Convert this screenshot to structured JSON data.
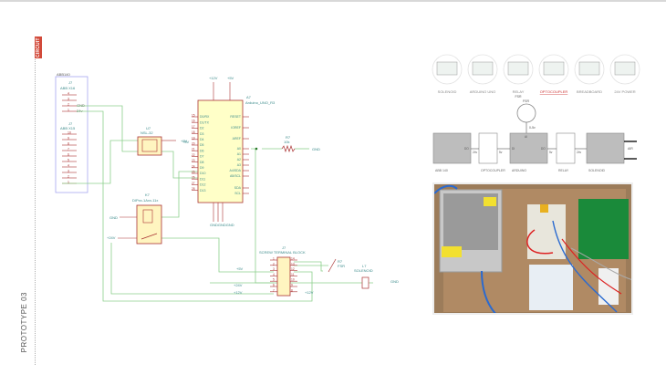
{
  "page": {
    "section_tag": "CIRCUIT",
    "side_label": "PROTOTYPE 03"
  },
  "schematic": {
    "abb_block_label": "ABB140",
    "j7_top": {
      "ref": "J7",
      "value": "ABB X16",
      "pins": [
        "4",
        "3",
        "2",
        "1"
      ],
      "net_labels": [
        "GND",
        "24v"
      ]
    },
    "j7_bottom": {
      "ref": "J7",
      "value": "ABB X15",
      "pins": [
        "10",
        "9",
        "8",
        "7",
        "6",
        "5",
        "4",
        "3",
        "2",
        "1"
      ]
    },
    "optocoupler": {
      "ref": "U7",
      "value": "NSL-32",
      "pins": [
        "1",
        "2",
        "4",
        "3"
      ],
      "power_label": "+5V"
    },
    "relay": {
      "ref": "K7",
      "value": "DIPxx-1Axx-11x",
      "pins": [
        "2",
        "6",
        "1",
        "7"
      ],
      "gnd_label": "GND",
      "power_label": "+24V"
    },
    "arduino": {
      "ref": "A7",
      "value": "Arduino_UNO_R3",
      "top_power": [
        "+12V",
        "+5V"
      ],
      "top_pins": [
        "VIN",
        "3V3",
        "+5V"
      ],
      "left_pins": [
        "D0/RX",
        "D1/TX",
        "D2",
        "D3",
        "D4",
        "D5",
        "D6",
        "D7",
        "D8",
        "D9",
        "D10",
        "D11",
        "D12",
        "D13"
      ],
      "left_pin_numbers": [
        "15",
        "16",
        "17",
        "18",
        "19",
        "20",
        "21",
        "22",
        "23",
        "24",
        "25",
        "26",
        "27",
        "28"
      ],
      "right_pins": [
        "RESET",
        "IOREF",
        "AREF",
        "A0",
        "A1",
        "A2",
        "A3",
        "A4/SDA",
        "A5/SCL",
        "SDA",
        "SCL"
      ],
      "bottom_pins": [
        "GND",
        "GND",
        "GND"
      ],
      "bottom_label": "GNDGNDGND",
      "left_power_label": "+5V"
    },
    "resistor": {
      "ref": "R7",
      "value": "10k",
      "gnd_label": "GND"
    },
    "terminal_block": {
      "ref": "J7",
      "value": "SCREW TERMINAL BLOCK",
      "left_pins": [
        "1",
        "2",
        "3",
        "4",
        "5",
        "6",
        "7"
      ],
      "right_pins": [
        "14",
        "13",
        "12",
        "11",
        "10",
        "9",
        "8"
      ],
      "left_labels": [
        "+5V",
        "+24V",
        "+12V"
      ],
      "right_label": "+12V"
    },
    "fsr": {
      "ref": "R7",
      "value": "FSR"
    },
    "solenoid": {
      "ref": "L7",
      "value": "SOLENOID",
      "gnd_label": "GND"
    }
  },
  "components_strip": {
    "items": [
      "SOLENOID",
      "ARDUINO UNO",
      "RELAY",
      "OPTOCOUPLER",
      "BREADBOARD",
      "24V POWER"
    ],
    "sub_label": "FSR"
  },
  "block_diagram": {
    "sensor": {
      "label": "FSR",
      "signal": "0-5v"
    },
    "blocks": [
      {
        "label": "ABB 140",
        "port_out": "DO"
      },
      {
        "label": "OPTOCOUPLER"
      },
      {
        "label": "ARDUINO",
        "port_in": "DI",
        "port_out": "DO",
        "port_top": "AI"
      },
      {
        "label": "RELAY"
      },
      {
        "label": "SOLENOID",
        "side_label": "AIR"
      }
    ],
    "wire_labels": [
      "24v",
      "5v",
      "5v",
      "24v"
    ]
  }
}
